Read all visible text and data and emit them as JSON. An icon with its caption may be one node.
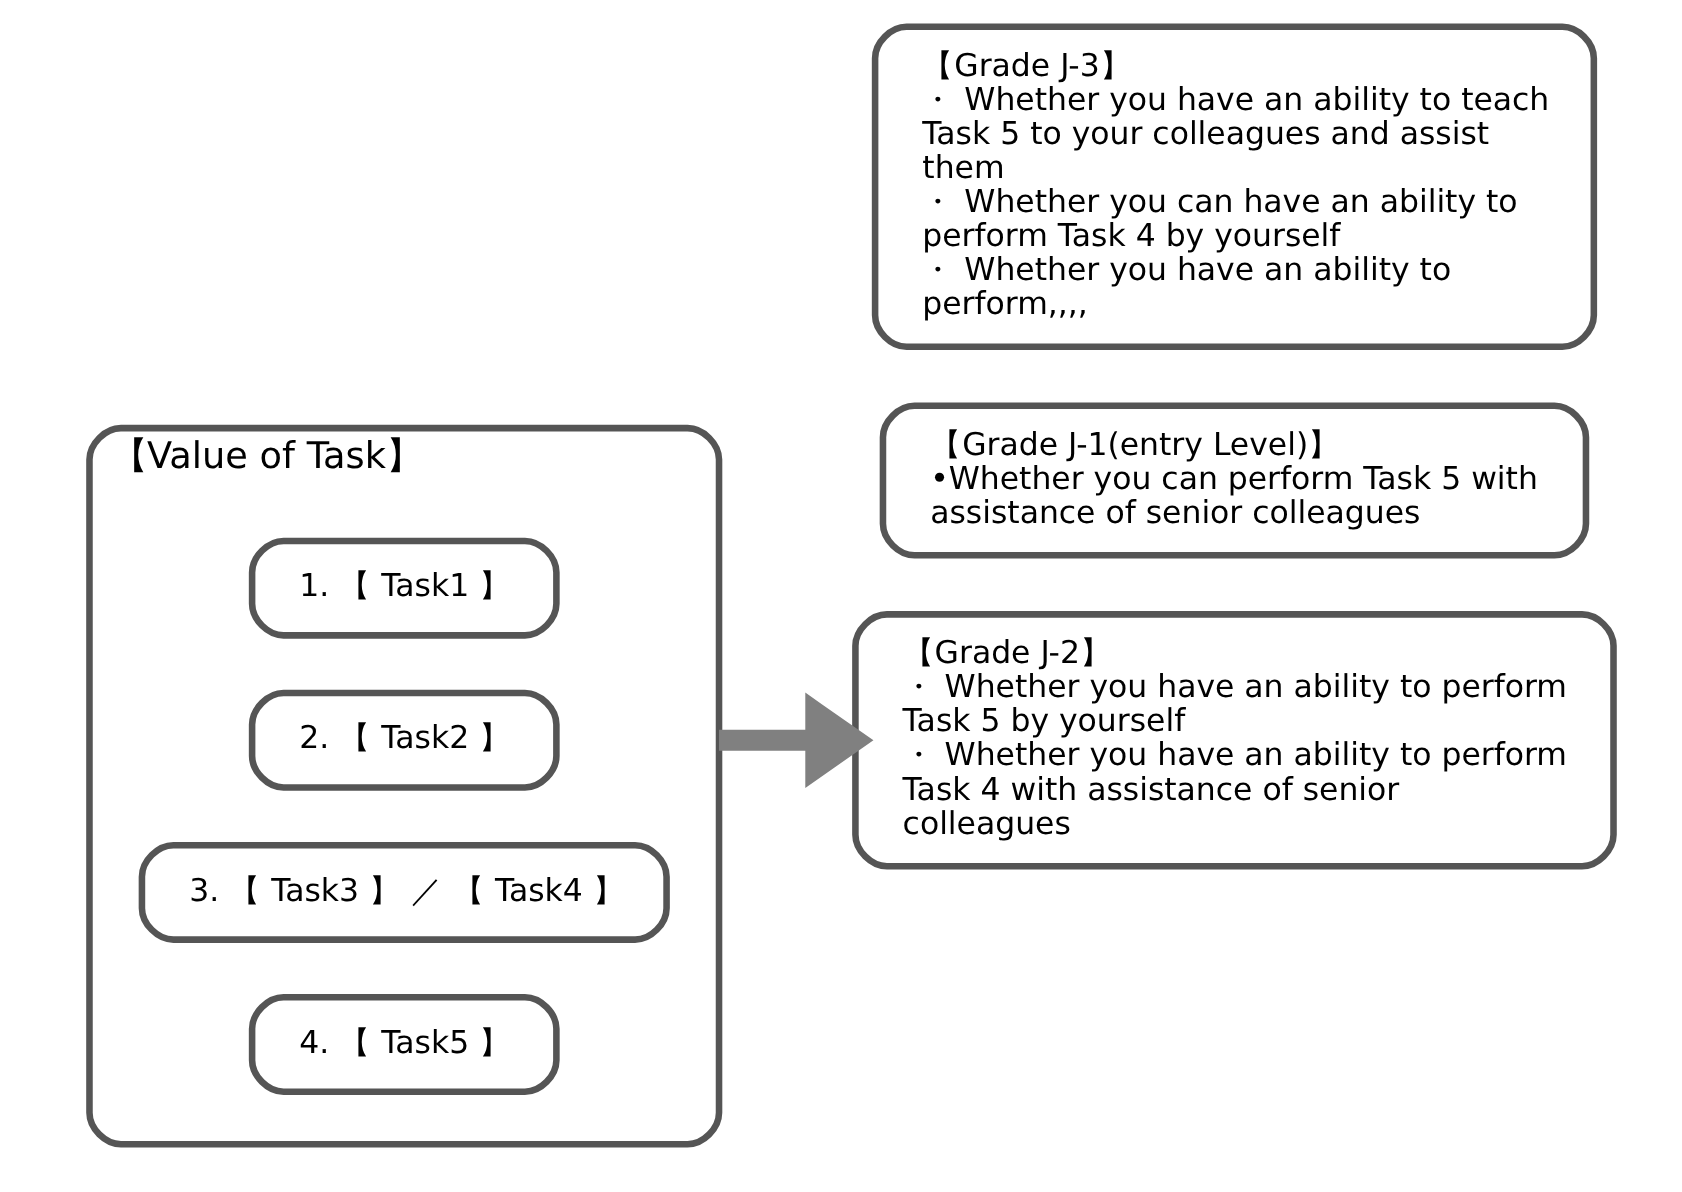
{
  "diagram": {
    "nodes": [
      {
        "text": [
          "【Value of Task】"
        ]
      },
      {
        "text": [
          "1. 【 Task1 】"
        ],
        "in": 0
      },
      {
        "text": [
          "2. 【 Task2 】"
        ],
        "in": 0
      },
      {
        "text": [
          "3. 【 Task3 】 ／ 【 Task4 】"
        ],
        "in": 0
      },
      {
        "text": [
          "4. 【 Task5 】"
        ],
        "in": 0
      },
      {
        "text": [
          "【Grade J-3】",
          "・ Whether you have an ability to teach Task 5 to your colleagues and assist them",
          "・ Whether you can have an ability to perform Task 4 by yourself",
          "・ Whether you have an ability to perform,,,,"
        ]
      },
      {
        "text": [
          "【Grade J-2】",
          "・ Whether you have an ability to perform Task 5 by yourself",
          "・ Whether you have an ability to perform Task 4 with assistance of senior colleagues"
        ]
      },
      {
        "text": [
          "【Grade J-1(entry Level)】",
          "•Whether you can perform Task 5 with assistance of senior colleagues"
        ]
      }
    ],
    "edges": [
      {
        "from": 0,
        "to": 6,
        "arrow": "to",
        "color": "#808080"
      }
    ]
  }
}
